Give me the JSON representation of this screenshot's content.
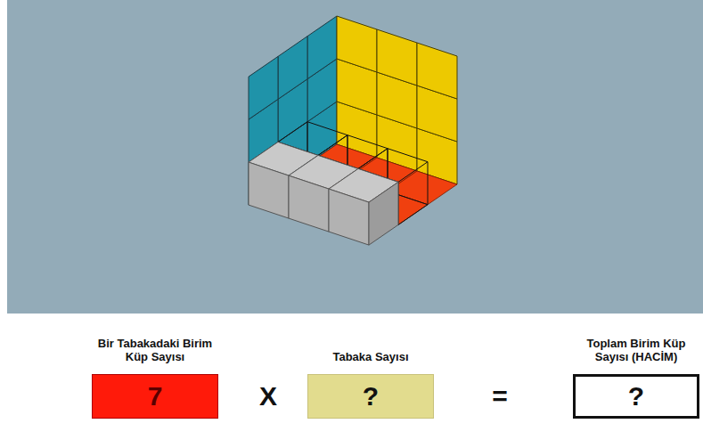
{
  "diagram": {
    "nodes": [
      {
        "text": [
          "Bir Tabakadaki Birim Küp Sayısı",
          "7"
        ]
      },
      {
        "text": [
          "Tabaka Sayısı",
          "?"
        ]
      },
      {
        "text": [
          "Toplam Birim Küp Sayısı (HACİM)",
          "?"
        ]
      }
    ],
    "labels": [
      "X",
      "="
    ]
  }
}
